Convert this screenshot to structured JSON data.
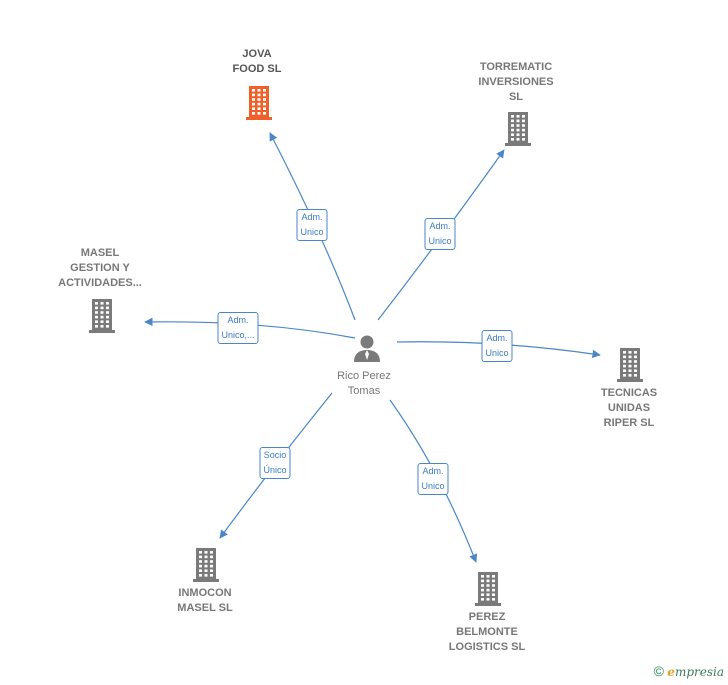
{
  "center": {
    "name": "Rico Perez\nTomas",
    "icon": "person-icon"
  },
  "companies": [
    {
      "id": "jova",
      "name": "JOVA\nFOOD  SL",
      "highlight": true,
      "color": "#f0602a",
      "relation": "Adm.\nUnico"
    },
    {
      "id": "torrematic",
      "name": "TORREMATIC\nINVERSIONES\nSL",
      "highlight": false,
      "color": "#7a7a7a",
      "relation": "Adm.\nUnico"
    },
    {
      "id": "masel",
      "name": "MASEL\nGESTION Y\nACTIVIDADES...",
      "highlight": false,
      "color": "#7a7a7a",
      "relation": "Adm.\nUnico,..."
    },
    {
      "id": "tecnicas",
      "name": "TECNICAS\nUNIDAS\nRIPER  SL",
      "highlight": false,
      "color": "#7a7a7a",
      "relation": "Adm.\nUnico"
    },
    {
      "id": "inmocon",
      "name": "INMOCON\nMASEL SL",
      "highlight": false,
      "color": "#7a7a7a",
      "relation": "Socio\nÚnico"
    },
    {
      "id": "perez",
      "name": "PEREZ\nBELMONTE\nLOGISTICS  SL",
      "highlight": false,
      "color": "#7a7a7a",
      "relation": "Adm.\nUnico"
    }
  ],
  "colors": {
    "edge": "#4a86c8",
    "building": "#7a7a7a",
    "highlight": "#f0602a"
  },
  "brand": {
    "copyright": "©",
    "initial": "e",
    "name": "mpresia"
  }
}
